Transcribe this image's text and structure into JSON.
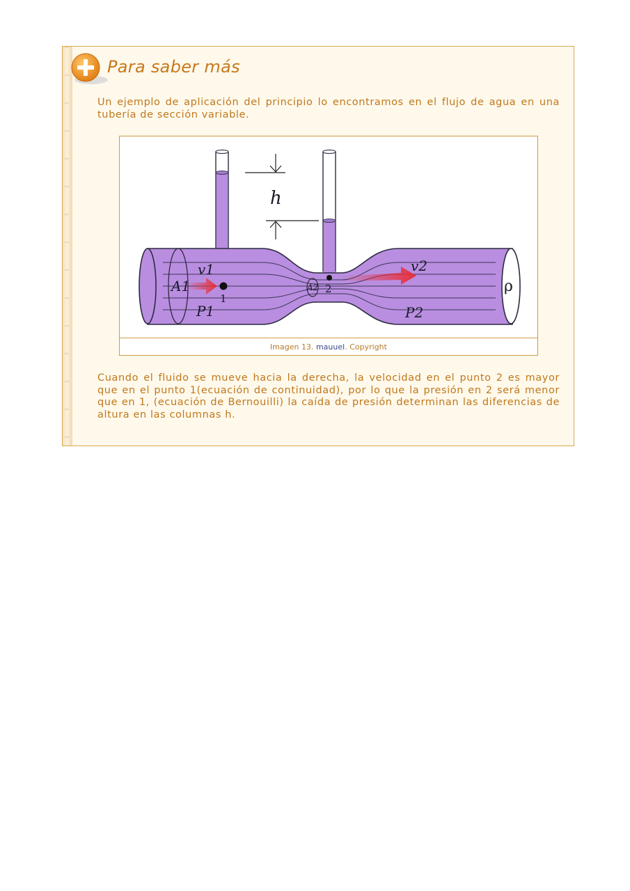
{
  "section": {
    "title": "Para saber más",
    "icon": "plus-circle-icon"
  },
  "intro": "Un ejemplo de aplicación del principio lo encontramos en el flujo de agua en una tubería de sección variable.",
  "figure": {
    "labels": {
      "h": "h",
      "v1": "v1",
      "v2": "v2",
      "a1": "A1",
      "a2": "A2",
      "p1": "P1",
      "p2": "P2",
      "point1": "1",
      "point2": "2",
      "rho": "ρ"
    },
    "caption_prefix": "Imagen 13. ",
    "caption_link": "mauuel",
    "caption_suffix": ". Copyright"
  },
  "body": "Cuando el fluido se mueve hacia la derecha, la velocidad en el punto 2 es mayor que en el punto 1(ecuación de continuidad), por lo que la presión en 2 será menor que en 1, (ecuación de Bernouilli) la caída de presión determinan las diferencias de altura en las columnas h.",
  "colors": {
    "accent": "#c8781a",
    "fluid": "#b98ee0",
    "arrow": "#e8303a"
  }
}
